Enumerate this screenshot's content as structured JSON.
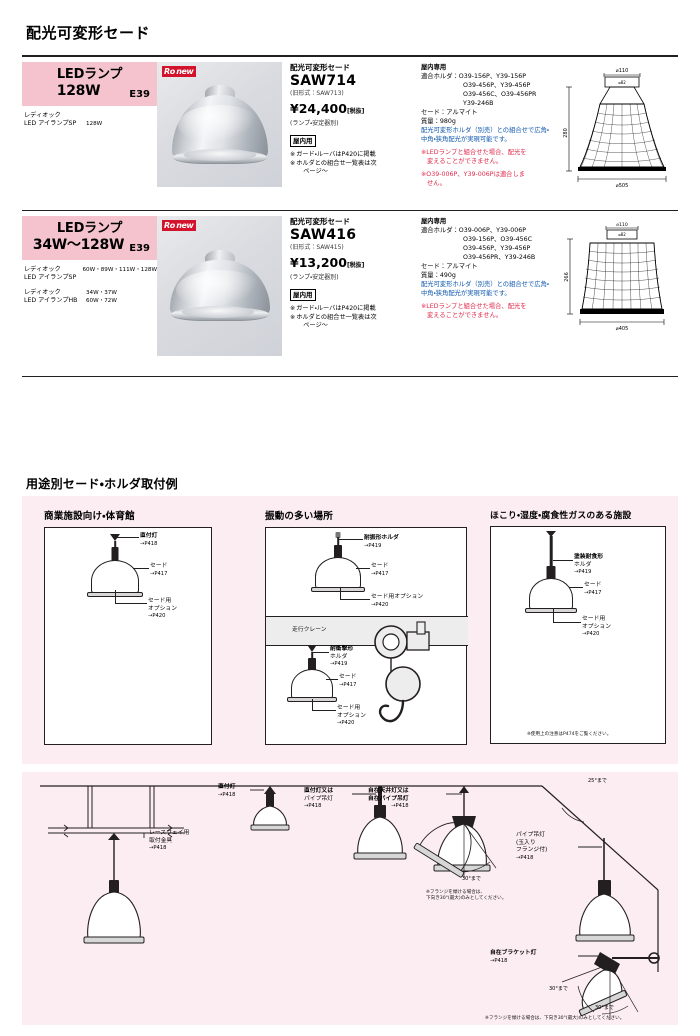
{
  "page": {
    "title": "配光可変形セード",
    "section2_title": "用途別セード・ホルダ取付例"
  },
  "products": [
    {
      "lamp": {
        "name_line1": "LEDランプ",
        "name_line2": "128W",
        "base": "E39",
        "specs": [
          {
            "brand": "レディオック",
            "series": "LED アイランプSP",
            "watts": [
              "128W"
            ]
          }
        ]
      },
      "photo": {
        "badge_a": "Ro",
        "badge_b": "new",
        "alt": "配光可変形セード 外観写真"
      },
      "model": {
        "kind": "配光可変形セード",
        "code": "SAW714",
        "old_code": "(旧形式：SAW713)",
        "price": "¥24,400",
        "price_tax": "[税抜]",
        "price_note": "(ランプ・安定器別)",
        "tag": "屋内用",
        "notes": [
          {
            "star": "※",
            "text": "ガード・ルーバはP420に掲載"
          },
          {
            "star": "※",
            "text": "ホルダとの組合せ一覧表は次",
            "indent": "ページ〜"
          }
        ]
      },
      "spec": {
        "head": "屋内専用",
        "holder_key": "適合ホルダ：",
        "holder_values": [
          "O39-156P、Y39-156P",
          "O39-456P、Y39-456P",
          "O39-456C、O39-456PR",
          "Y39-246B"
        ],
        "shade_key": "セード：",
        "shade_value": "アルマイト",
        "weight_key": "質量：",
        "weight_value": "980g",
        "blue_note": "配光可変形ホルダ（別売）との組合せで広角・中角・狭角配光が実現可能です。",
        "red_notes": [
          {
            "star": "※",
            "text": "LEDランプと組合せた場合、配光を",
            "indent": "変えることができません。"
          },
          {
            "star": "※",
            "text": "O39-006P、Y39-006Pは適合しま",
            "indent": "せん。"
          }
        ]
      },
      "dimensions": {
        "top_dia": "⌀110",
        "inner_dia": "⌀82",
        "height": "280",
        "bottom_dia": "⌀505"
      }
    },
    {
      "lamp": {
        "name_line1": "LEDランプ",
        "name_line2": "34W〜128W",
        "base": "E39",
        "specs": [
          {
            "brand": "レディオック",
            "series": "LED アイランプSP",
            "watts": [
              "60W・89W・111W・128W"
            ]
          },
          {
            "brand": "レディオック",
            "series": "LED アイランプHB",
            "watts": [
              "34W・37W",
              "60W・72W"
            ]
          }
        ]
      },
      "photo": {
        "badge_a": "Ro",
        "badge_b": "new",
        "alt": "配光可変形セード 外観写真"
      },
      "model": {
        "kind": "配光可変形セード",
        "code": "SAW416",
        "old_code": "(旧形式：SAW415)",
        "price": "¥13,200",
        "price_tax": "[税抜]",
        "price_note": "(ランプ・安定器別)",
        "tag": "屋内用",
        "notes": [
          {
            "star": "※",
            "text": "ガード・ルーバはP420に掲載"
          },
          {
            "star": "※",
            "text": "ホルダとの組合せ一覧表は次",
            "indent": "ページ〜"
          }
        ]
      },
      "spec": {
        "head": "屋内専用",
        "holder_key": "適合ホルダ：",
        "holder_values": [
          "O39-006P、Y39-006P",
          "O39-156P、O39-456C",
          "O39-456P、Y39-456P",
          "O39-456PR、Y39-246B"
        ],
        "shade_key": "セード：",
        "shade_value": "アルマイト",
        "weight_key": "質量：",
        "weight_value": "490g",
        "blue_note": "配光可変形ホルダ（別売）との組合せで広角・中角・狭角配光が実現可能です。",
        "red_notes": [
          {
            "star": "※",
            "text": "LEDランプと組合せた場合、配光を",
            "indent": "変えることができません。"
          }
        ]
      },
      "dimensions": {
        "top_dia": "⌀110",
        "inner_dia": "⌀82",
        "height": "266",
        "bottom_dia": "⌀405"
      }
    }
  ],
  "use_panels": [
    {
      "title": "商業施設向け・体育館",
      "labels": [
        {
          "text": "直付灯",
          "page": "→P418"
        },
        {
          "text": "セード",
          "page": "→P417"
        },
        {
          "text": "セード用",
          "text2": "オプション",
          "page": "→P420"
        }
      ]
    },
    {
      "title": "振動の多い場所",
      "crane_label": "走行クレーン",
      "labels": [
        {
          "text": "耐振形ホルダ",
          "page": "→P419"
        },
        {
          "text": "セード",
          "page": "→P417"
        },
        {
          "text": "セード用オプション",
          "page": "→P420"
        },
        {
          "text": "耐衝撃形",
          "text2": "ホルダ",
          "page": "→P419"
        },
        {
          "text": "セード",
          "page": "→P417"
        },
        {
          "text": "セード用",
          "text2": "オプション",
          "page": "→P420"
        }
      ]
    },
    {
      "title": "ほこり・湿度・腐食性ガスのある施設",
      "labels": [
        {
          "text": "塗装耐食形",
          "text2": "ホルダ",
          "page": "→P419"
        },
        {
          "text": "セード",
          "page": "→P417"
        },
        {
          "text": "セード用",
          "text2": "オプション",
          "page": "→P420"
        }
      ],
      "footnote": "※使用上の注意はP474をご覧ください。"
    }
  ],
  "bottom_diagram": {
    "labels": [
      {
        "id": "raceway",
        "text": "レースウェイ用",
        "text2": "取付金具",
        "page": "→P418"
      },
      {
        "id": "direct",
        "text": "直付灯",
        "page": "→P418"
      },
      {
        "id": "direct-pipe",
        "text": "直付灯又は",
        "text2": "パイプ吊灯",
        "page": "→P418"
      },
      {
        "id": "free-ceiling",
        "text": "自在天井灯又は",
        "text2": "自在パイプ吊灯",
        "page": "→P418"
      },
      {
        "id": "pipe-flange",
        "text": "パイプ吊灯",
        "text2": "(玉入り",
        "text3": "フランジ付)",
        "page": "→P418"
      },
      {
        "id": "free-bracket",
        "text": "自在ブラケット灯",
        "page": "→P418"
      }
    ],
    "angles": [
      {
        "id": "a25",
        "text": "25°まで"
      },
      {
        "id": "a30-center",
        "text": "30°まで"
      },
      {
        "id": "a30-left",
        "text": "30°まで"
      },
      {
        "id": "a30-right",
        "text": "30°まで"
      }
    ],
    "footnotes": [
      {
        "id": "fn-center",
        "line1": "※フランジを傾ける場合は、",
        "line2": "下向き30°(最大)のみとしてください。"
      },
      {
        "id": "fn-right",
        "line1": "※フランジを傾ける場合は、下向き30°(最大)のみとしてください。"
      }
    ]
  }
}
